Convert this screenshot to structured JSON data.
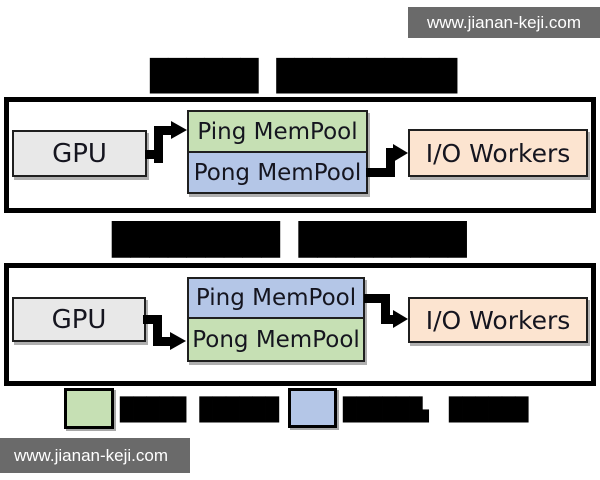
{
  "watermarks": {
    "top": "www.jianan-keji.com",
    "bottom": "www.jianan-keji.com",
    "background": "#6a6a6a"
  },
  "section1": {
    "title": "██████ ██████████",
    "gpu_label": "GPU",
    "ping_label": "Ping MemPool",
    "pong_label": "Pong MemPool",
    "io_label": "I/O Workers",
    "ping_bg": "#c6e0b4",
    "pong_bg": "#b4c6e7"
  },
  "section2": {
    "title": "█████████ █████████",
    "gpu_label": "GPU",
    "ping_label": "Ping MemPool",
    "pong_label": "Pong MemPool",
    "io_label": "I/O Workers",
    "ping_bg": "#b4c6e7",
    "pong_bg": "#c6e0b4"
  },
  "legend": {
    "green": {
      "color": "#c6e0b4",
      "label": "█████ ██████"
    },
    "blue": {
      "color": "#b4c6e7",
      "label": "██████▖ ██████"
    }
  },
  "colors": {
    "gpu_bg": "#e8e8e8",
    "io_bg": "#fce4d0",
    "container_border": "#000000",
    "arrow": "#000000"
  }
}
